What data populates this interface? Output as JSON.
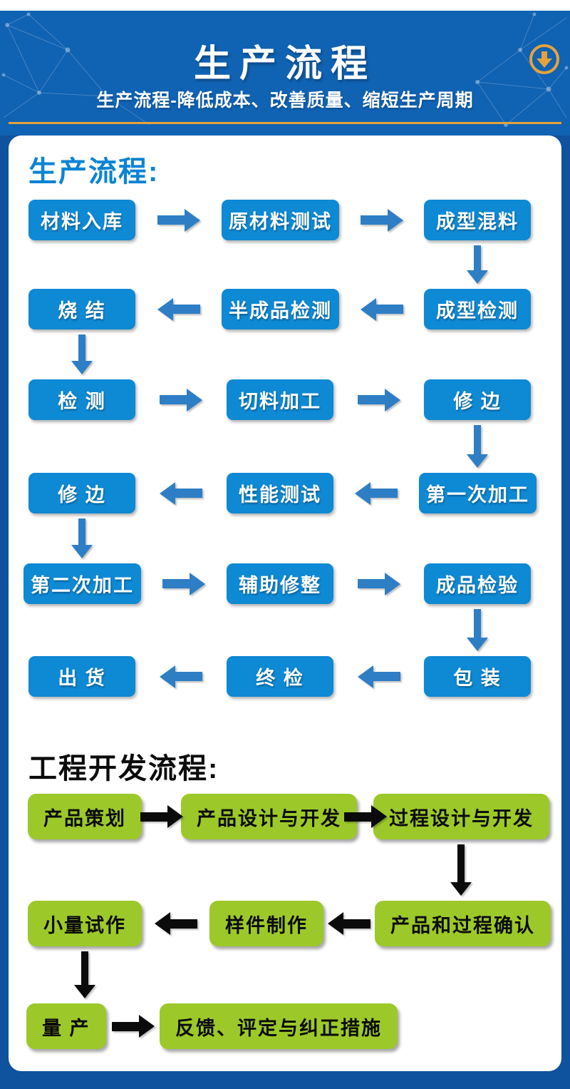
{
  "header": {
    "title": "生产流程",
    "subtitle": "生产流程-降低成本、改善质量、缩短生产周期",
    "download_icon": "circle-down-arrow"
  },
  "colors": {
    "header_bg": "#1062b2",
    "page_bg": "#0f529e",
    "gold_accent": "#e5a23c",
    "blue_box": "#0e89d4",
    "blue_arrow": "#2e7ec5",
    "blue_heading": "#0a84d4",
    "green_box": "#9cc929",
    "black_arrow": "#0b0b0b",
    "card_bg": "#ffffff"
  },
  "sections": [
    {
      "heading": "生产流程:",
      "style": "blue",
      "arrow_color": "#2e7ec5",
      "rows": [
        {
          "direction": "right",
          "boxes": [
            "材料入库",
            "原材料测试",
            "成型混料"
          ],
          "down_after": 2
        },
        {
          "direction": "left",
          "boxes": [
            "烧 结",
            "半成品检测",
            "成型检测"
          ],
          "down_after": 0
        },
        {
          "direction": "right",
          "boxes": [
            "检 测",
            "切料加工",
            "修 边"
          ],
          "down_after": 2
        },
        {
          "direction": "left",
          "boxes": [
            "修 边",
            "性能测试",
            "第一次加工"
          ],
          "down_after": 0
        },
        {
          "direction": "right",
          "boxes": [
            "第二次加工",
            "辅助修整",
            "成品检验"
          ],
          "down_after": 2
        },
        {
          "direction": "left",
          "boxes": [
            "出 货",
            "终 检",
            "包 装"
          ],
          "down_after": null
        }
      ]
    },
    {
      "heading": "工程开发流程:",
      "style": "green",
      "arrow_color": "#0b0b0b",
      "rows": [
        {
          "direction": "right",
          "boxes": [
            "产品策划",
            "产品设计与开发",
            "过程设计与开发"
          ],
          "down_after": 2
        },
        {
          "direction": "left",
          "boxes": [
            "小量试作",
            "样件制作",
            "产品和过程确认"
          ],
          "down_after": 0
        },
        {
          "direction": "right",
          "boxes": [
            "量 产",
            "反馈、评定与纠正措施"
          ],
          "down_after": null
        }
      ]
    }
  ]
}
